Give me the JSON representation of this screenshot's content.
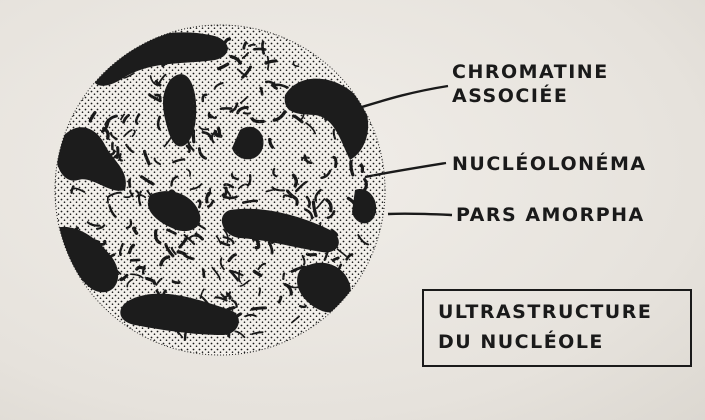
{
  "labels": {
    "chromatine_line1": "CHROMATINE",
    "chromatine_line2": "ASSOCIÉE",
    "nucleolonema": "NUCLÉOLONÉMA",
    "pars_amorpha": "PARS AMORPHA"
  },
  "title": {
    "line1": "ULTRASTRUCTURE",
    "line2": "DU NUCLÉOLE"
  },
  "colors": {
    "ink": "#1a1a1a",
    "paper": "#e9e6e1"
  }
}
